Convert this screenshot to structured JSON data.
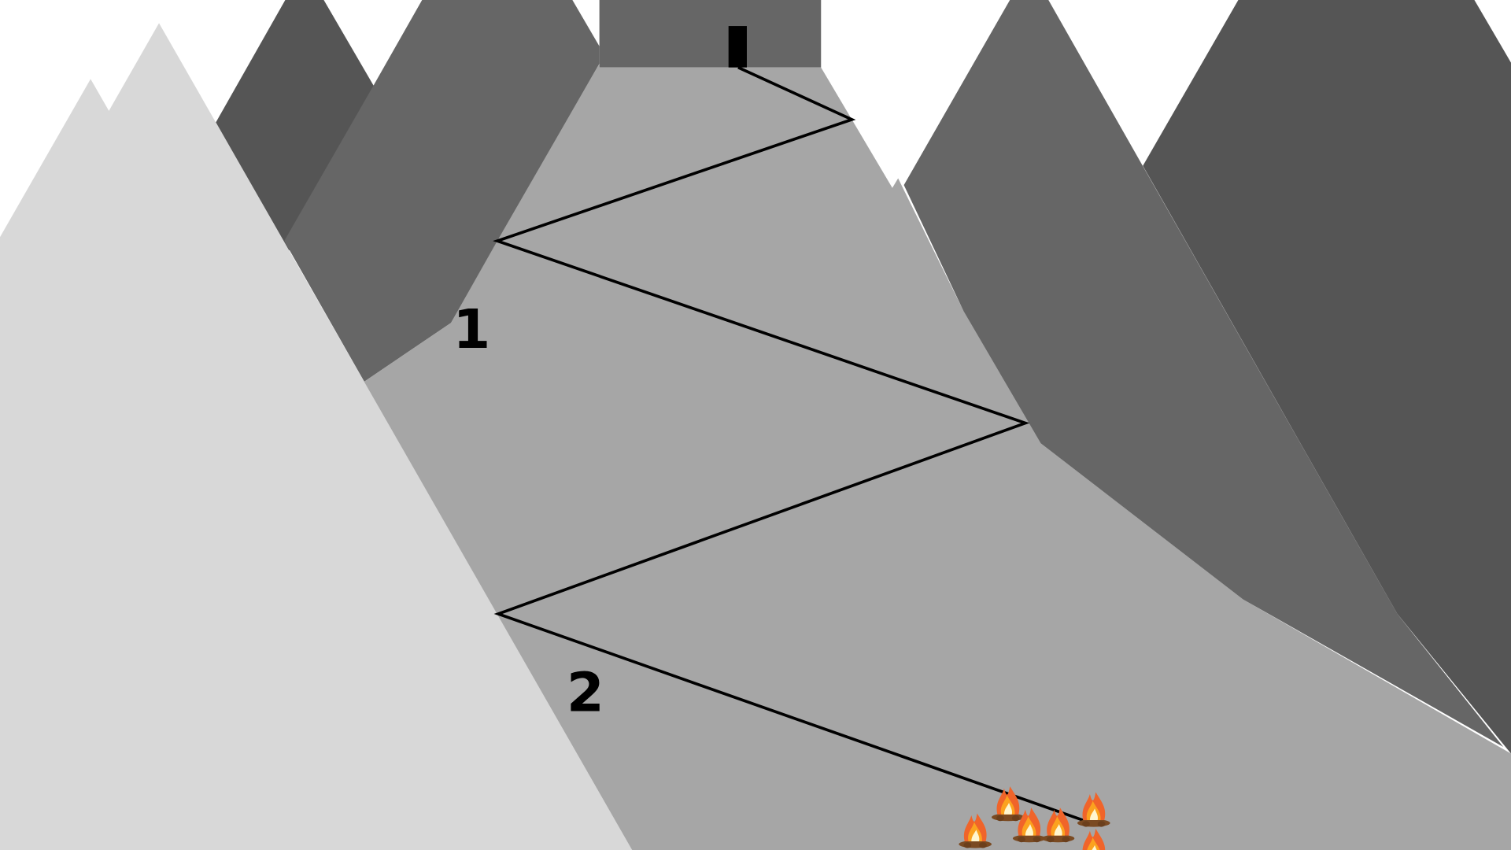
{
  "scene": {
    "checkpoints": [
      {
        "label": "1"
      },
      {
        "label": "2"
      }
    ],
    "colors": {
      "sky": "#ffffff",
      "far_mountain": "#555555",
      "mid_mountain": "#666666",
      "ground": "#a6a6a6",
      "near_mountain": "#d8d8d8",
      "path": "#000000",
      "door": "#000000"
    },
    "campfire_count": 6
  }
}
